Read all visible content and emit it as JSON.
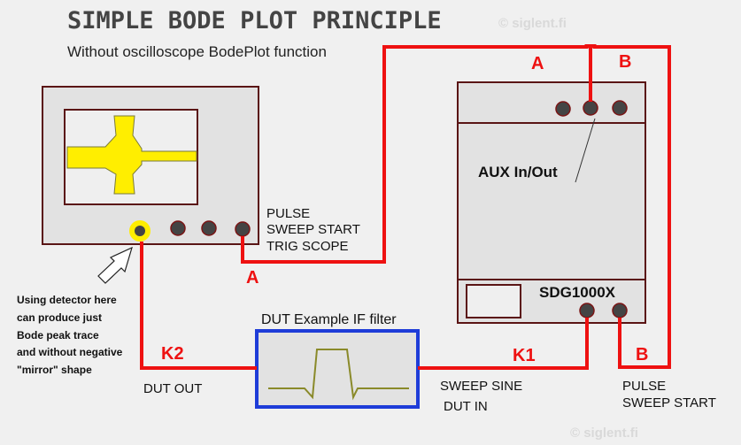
{
  "title": "SIMPLE BODE PLOT PRINCIPLE",
  "subtitle": "Without oscilloscope BodePlot function",
  "watermark_top": "© siglent.fi",
  "watermark_bottom": "© siglent.fi",
  "scope": {
    "pulse_label_lines": [
      "PULSE",
      "SWEEP START",
      "TRIG SCOPE"
    ]
  },
  "generator": {
    "model": "SDG1000X",
    "aux_label": "AUX In/Out"
  },
  "dut": {
    "title": "DUT Example IF filter"
  },
  "wire_labels": {
    "a_top": "A",
    "b_top": "B",
    "a_bottom": "A",
    "b_bottom": "B",
    "k1": "K1",
    "k2": "K2"
  },
  "notes": {
    "detector_lines": [
      "Using detector here",
      "can produce just",
      "Bode peak trace",
      "and without negative",
      "\"mirror\" shape"
    ],
    "dut_out": "DUT OUT",
    "dut_in_lines": [
      "SWEEP SINE",
      "DUT IN"
    ],
    "pulse_sweep_lines": [
      "PULSE",
      "SWEEP START"
    ]
  },
  "colors": {
    "background": "#f0f0f0",
    "device_fill": "#e2e2e2",
    "outline": "#5a1515",
    "wire": "#ee1111",
    "connector": "#444444",
    "trace": "#ffee00",
    "dut_border": "#1e3cd8",
    "dut_trace": "#8a8a2a",
    "label_red": "#ee1111",
    "text": "#111111",
    "watermark": "#d9d9d9"
  }
}
